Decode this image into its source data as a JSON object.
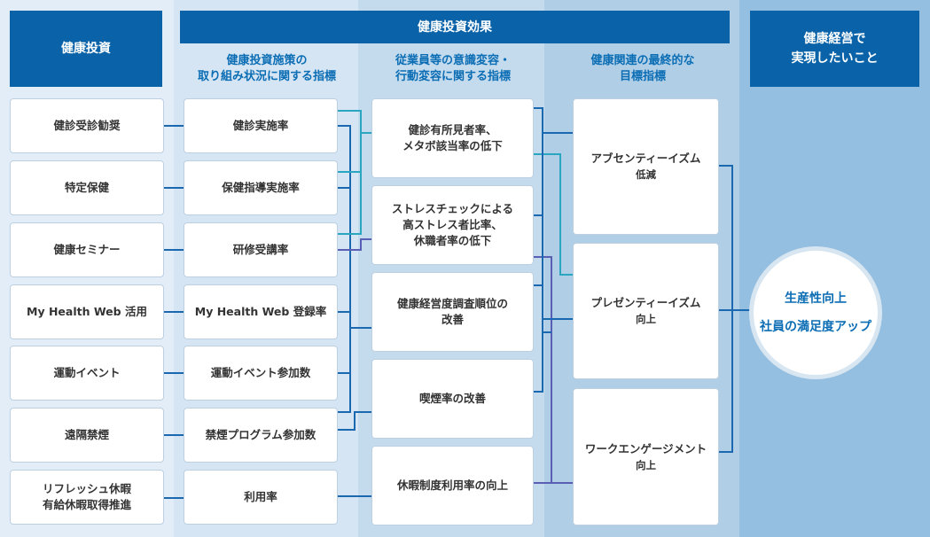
{
  "headers": {
    "investment": "健康投資",
    "effect": "健康投資効果",
    "goal": "健康経営で\n実現したいこと"
  },
  "subheaders": {
    "col2": "健康投資施策の\n取り組み状況に関する指標",
    "col3": "従業員等の意識変容・\n行動変容に関する指標",
    "col4": "健康関連の最終的な\n目標指標"
  },
  "investments": [
    "健診受診勧奨",
    "特定保健",
    "健康セミナー",
    "My Health Web 活用",
    "運動イベント",
    "遠隔禁煙",
    "リフレッシュ休暇\n有給休暇取得推進"
  ],
  "indicators": [
    "健診実施率",
    "保健指導実施率",
    "研修受講率",
    "My Health Web 登録率",
    "運動イベント参加数",
    "禁煙プログラム参加数",
    "利用率"
  ],
  "behaviors": [
    "健診有所見者率、\nメタボ該当率の低下",
    "ストレスチェックによる\n高ストレス者比率、\n休職者率の低下",
    "健康経営度調査順位の\n改善",
    "喫煙率の改善",
    "休暇制度利用率の向上"
  ],
  "goals": [
    {
      "title": "アブセンティーイズム",
      "sub": "低減"
    },
    {
      "title": "プレゼンティーイズム",
      "sub": "向上"
    },
    {
      "title": "ワークエンゲージメント",
      "sub": "向上"
    }
  ],
  "outcome": {
    "line1": "生産性向上",
    "line2": "社員の満足度アップ"
  },
  "colors": {
    "header": "#0a63a8",
    "line_blue": "#1a68b0",
    "line_teal": "#2aa6c0",
    "line_purple": "#5a5fb3"
  }
}
